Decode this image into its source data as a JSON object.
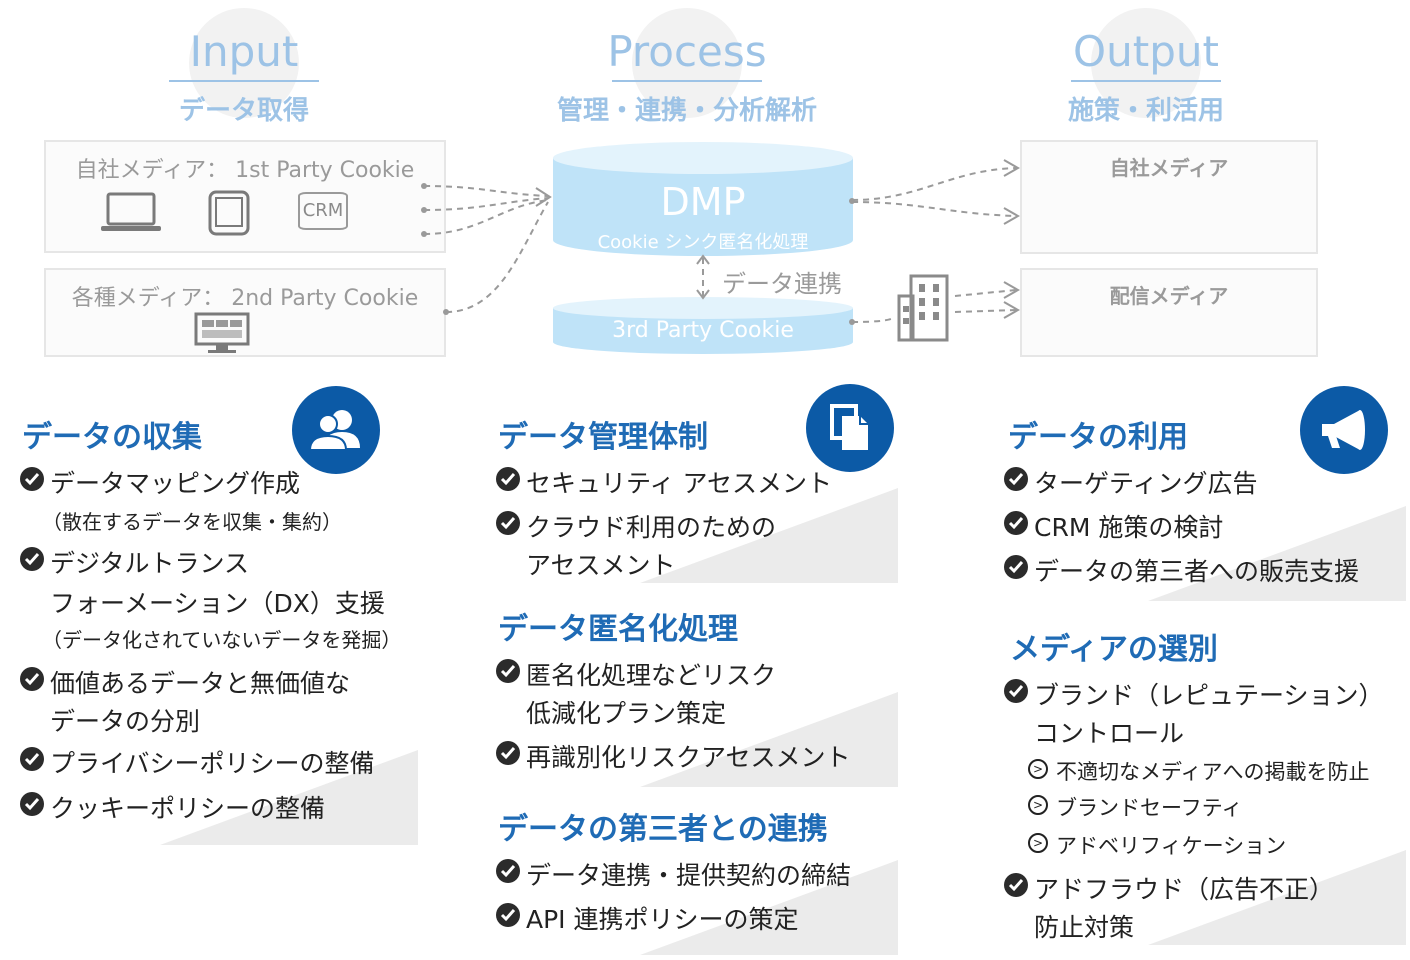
{
  "header": {
    "input": {
      "title": "Input",
      "sub": "データ取得"
    },
    "process": {
      "title": "Process",
      "sub": "管理・連携・分析解析"
    },
    "output": {
      "title": "Output",
      "sub": "施策・利活用"
    }
  },
  "diagram": {
    "own_media": "自社メディア： 1st Party Cookie",
    "crm_label": "CRM",
    "various_media": "各種メディア： 2nd Party Cookie",
    "dmp_title": "DMP",
    "dmp_sub": "Cookie シンク匿名化処理",
    "data_link": "データ連携",
    "third_party": "3rd Party Cookie",
    "out_own": "自社メディア",
    "out_delivery": "配信メディア"
  },
  "col1": {
    "title": "データの収集",
    "items": [
      "データマッピング作成",
      "デジタルトランス",
      "フォーメーション（DX）支援",
      "価値あるデータと無価値な",
      "データの分別",
      "プライバシーポリシーの整備",
      "クッキーポリシーの整備"
    ],
    "notes": [
      "（散在するデータを収集・集約）",
      "（データ化されていないデータを発掘）"
    ]
  },
  "col2": {
    "title1": "データ管理体制",
    "items1": [
      "セキュリティ アセスメント",
      "クラウド利用のための",
      "アセスメント"
    ],
    "title2": "データ匿名化処理",
    "items2": [
      "匿名化処理などリスク",
      "低減化プラン策定",
      "再識別化リスクアセスメント"
    ],
    "title3": "データの第三者との連携",
    "items3": [
      "データ連携・提供契約の締結",
      "API 連携ポリシーの策定"
    ]
  },
  "col3": {
    "title1": "データの利用",
    "items1": [
      "ターゲティング広告",
      "CRM 施策の検討",
      "データの第三者への販売支援"
    ],
    "title2": "メディアの選別",
    "items2": [
      "ブランド（レピュテーション）",
      "コントロール",
      "アドフラウド（広告不正）",
      "防止対策"
    ],
    "subs": [
      "不適切なメディアへの掲載を防止",
      "ブランドセーフティ",
      "アドベリフィケーション"
    ]
  },
  "colors": {
    "accent": "#1f6bb5",
    "badge": "#0c5aa6",
    "light": "#9dc3e6",
    "cyl": "#bfe3f8"
  }
}
